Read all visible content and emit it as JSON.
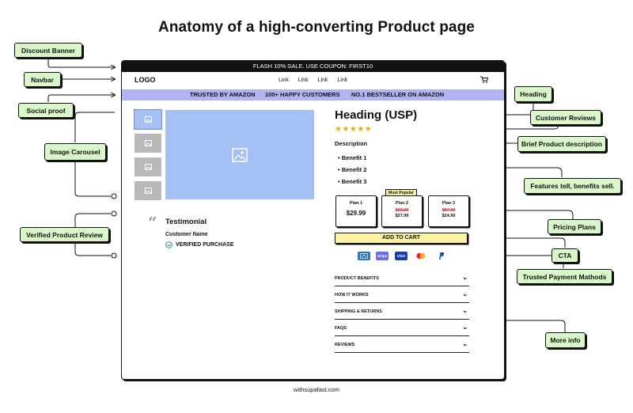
{
  "title": "Anatomy of a high-converting Product page",
  "callouts": {
    "discount_banner": "Discount Banner",
    "navbar": "Navbar",
    "social_proof": "Social proof",
    "image_carousel": "Image Carousel",
    "verified_review": "Verified Product Review",
    "heading": "Heading",
    "customer_reviews": "Customer Reviews",
    "brief_description": "Brief Product description",
    "features": "Features tell, benefits sell.",
    "pricing_plans": "Pricing Plans",
    "cta": "CTA",
    "trusted_payment": "Trusted Payment  Mathods",
    "more_info": "More info"
  },
  "page": {
    "flash": "FLASH 10% SALE. USE COUPON: FIRST10",
    "logo": "LOGO",
    "nav_links": [
      "Link",
      "Link",
      "Link",
      "Link"
    ],
    "trust": [
      "TRUSTED BY AMAZON",
      "100+ HAPPY CUSTOMERS",
      "NO.1 BESTSELLER ON AMAZON"
    ],
    "heading": "Heading (USP)",
    "stars": "★★★★★",
    "description": "Description",
    "benefits": [
      "Benefit 1",
      "Benefit 2",
      "Benefit 3"
    ],
    "plans": [
      {
        "name": "Plan 1",
        "price": "$29.99"
      },
      {
        "name": "Plan 2",
        "old": "$59.99",
        "new": "$27.99",
        "badge": "Most Popular"
      },
      {
        "name": "Plan 3",
        "old": "$87.99",
        "new": "$24.99"
      }
    ],
    "cta": "ADD TO CART",
    "payments": [
      "amex-icon",
      "stripe-icon",
      "visa-icon",
      "mastercard-icon",
      "paypal-icon"
    ],
    "payment_labels": {
      "stripe": "stripe",
      "visa": "VISA"
    },
    "testimonial": {
      "quote_mark": "“",
      "title": "Testimonial",
      "name": "Customer Name",
      "verified": "VERIFIED PURCHASE"
    },
    "accordion": [
      "PRODUCT BENEFITS",
      "HOW IT WORKS",
      "SHIPPING & RETURNS",
      "FAQS",
      "REVIEWS"
    ]
  },
  "footer": "withsupafast.com",
  "colors": {
    "callout_bg": "#d9f7c9",
    "trust_bar": "#b3b3f3",
    "image_placeholder": "#a5c0f4",
    "cta_bg": "#fbf3a1",
    "old_price": "#dd3333"
  }
}
